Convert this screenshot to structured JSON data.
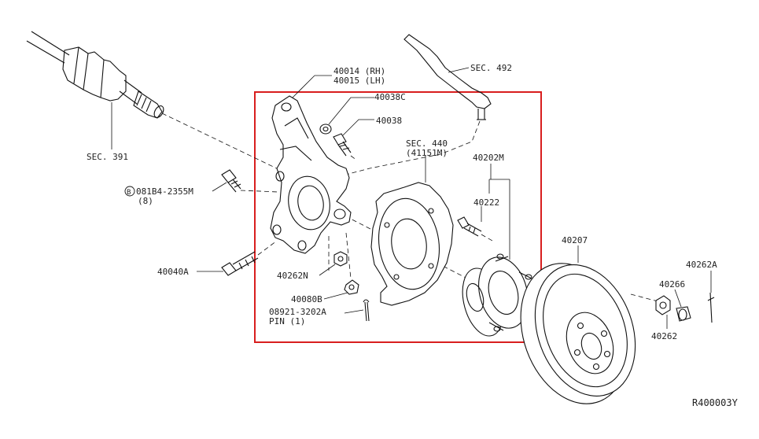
{
  "labels": {
    "knuckle_rh": "40014 (RH)",
    "knuckle_lh": "40015 (LH)",
    "washer_c": "40038C",
    "bolt_40038": "40038",
    "sec_492": "SEC. 492",
    "sec_391": "SEC. 391",
    "sec_440": "SEC. 440",
    "baffle_code": "(41151M)",
    "hub_40202m": "40202M",
    "stud_40222": "40222",
    "rotor_40207": "40207",
    "pin_40262a": "40262A",
    "clip_40266": "40266",
    "nut_40262": "40262",
    "bolt_081b4": "081B4-2355M",
    "bolt_qty": "(8)",
    "bolt_prefix": "B",
    "bolt_40040a": "40040A",
    "nut_40262n": "40262N",
    "washer_40080b": "40080B",
    "pin_08921": "08921-3202A",
    "pin_qty": "PIN (1)",
    "ref_code": "R400003Y"
  },
  "colors": {
    "highlight_box": "#d81e1e",
    "line": "#111111",
    "text": "#222222"
  }
}
